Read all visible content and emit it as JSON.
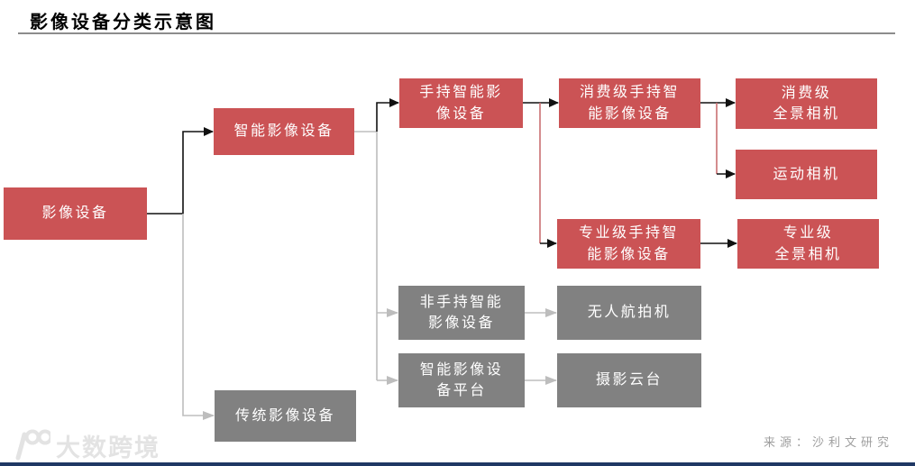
{
  "title": "影像设备分类示意图",
  "source_note": "来源：沙利文研究",
  "watermark": {
    "brand": "大数跨境"
  },
  "colors": {
    "red_box": "#CB5355",
    "gray_box": "#818181",
    "black_line": "#111111",
    "gray_line": "#BDBDBD",
    "red_line": "#C97072",
    "footer_bar": "#1F3864"
  },
  "nodes": {
    "root": {
      "label": "影像设备"
    },
    "smart": {
      "label": "智能影像设备"
    },
    "traditional": {
      "label": "传统影像设备"
    },
    "handheld": {
      "label": "手持智能影\n像设备"
    },
    "non_handheld": {
      "label": "非手持智能\n影像设备"
    },
    "platform": {
      "label": "智能影像设\n备平台"
    },
    "consumer_handheld": {
      "label": "消费级手持智\n能影像设备"
    },
    "professional_handheld": {
      "label": "专业级手持智\n能影像设备"
    },
    "drone": {
      "label": "无人航拍机"
    },
    "gimbal": {
      "label": "摄影云台"
    },
    "consumer_pano": {
      "label": "消费级\n全景相机"
    },
    "action_camera": {
      "label": "运动相机"
    },
    "professional_pano": {
      "label": "专业级\n全景相机"
    }
  }
}
